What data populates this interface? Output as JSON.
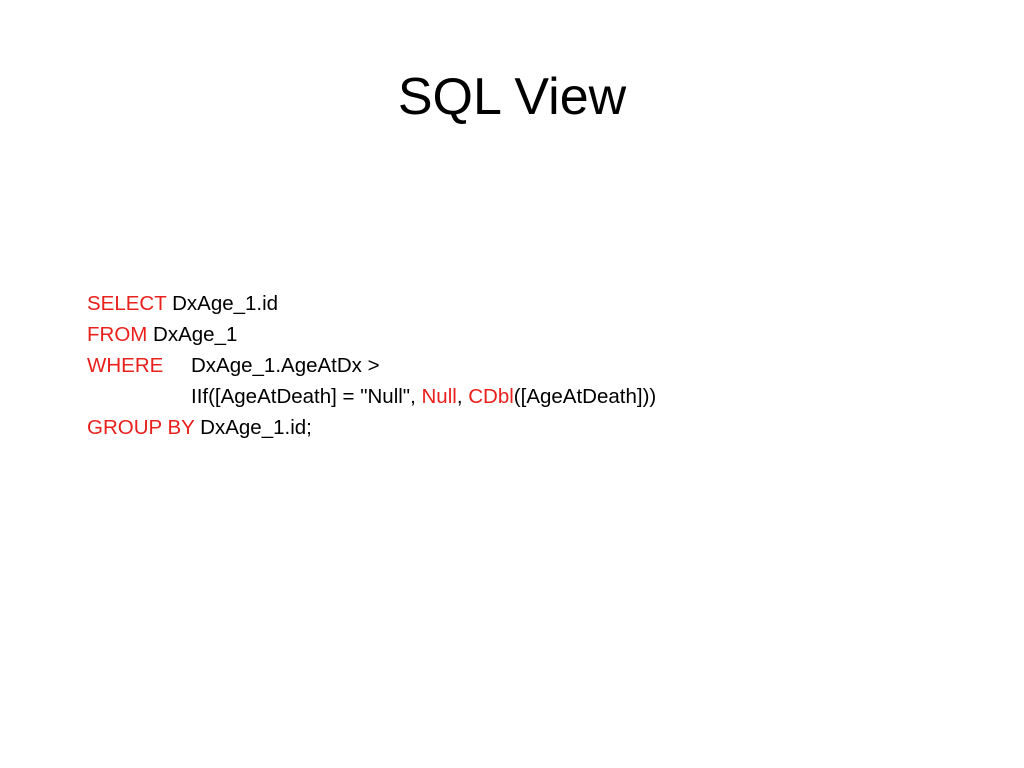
{
  "slide": {
    "title": "SQL View"
  },
  "sql": {
    "line1": {
      "keyword": "SELECT",
      "text": " DxAge_1.id"
    },
    "line2": {
      "keyword": "FROM",
      "text": " DxAge_1"
    },
    "line3": {
      "keyword": "WHERE",
      "text": "DxAge_1.AgeAtDx >"
    },
    "line4": {
      "part1": "IIf([AgeAtDeath] = \"Null\", ",
      "keyword1": "Null",
      "part2": ", ",
      "keyword2": "CDbl",
      "part3": "([AgeAtDeath]))"
    },
    "line5": {
      "keyword": "GROUP BY",
      "text": " DxAge_1.id;"
    }
  },
  "colors": {
    "keyword": "#e8211d",
    "text": "#000000",
    "background": "#ffffff"
  }
}
